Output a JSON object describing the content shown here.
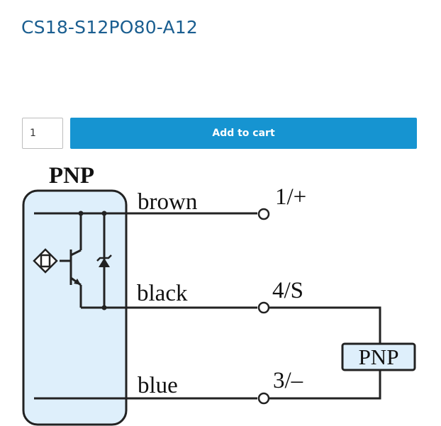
{
  "product": {
    "title": "CS18-S12PO80-A12"
  },
  "cart": {
    "quantity": "1",
    "add_label": "Add to cart"
  },
  "diagram": {
    "type_label": "PNP",
    "load_label": "PNP",
    "wires": [
      {
        "color_name": "brown",
        "terminal": "1/+"
      },
      {
        "color_name": "black",
        "terminal": "4/S"
      },
      {
        "color_name": "blue",
        "terminal": "3/–"
      }
    ],
    "colors": {
      "sensor_fill": "#deeffb",
      "line": "#222222",
      "accent": "#1694d1",
      "title": "#1a5e90"
    }
  }
}
